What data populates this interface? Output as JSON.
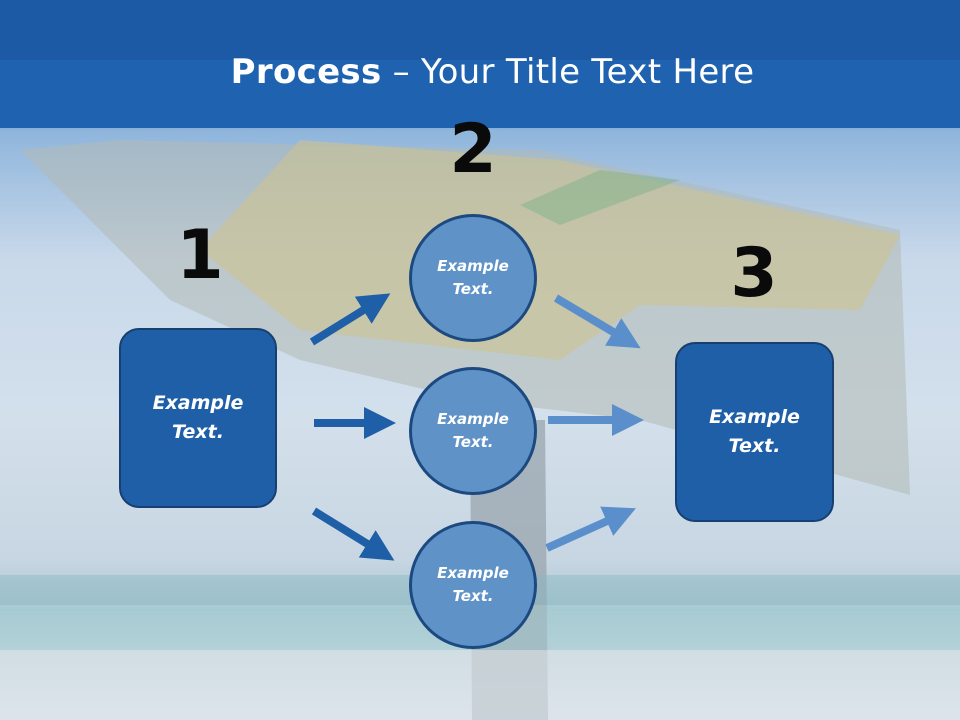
{
  "title": {
    "bold": "Process",
    "rest": " – Your Title Text Here"
  },
  "steps": {
    "one": "1",
    "two": "2",
    "three": "3"
  },
  "left_box": {
    "label": "Example\nText."
  },
  "right_box": {
    "label": "Example\nText."
  },
  "circles": [
    {
      "label": "Example\nText."
    },
    {
      "label": "Example\nText."
    },
    {
      "label": "Example\nText."
    }
  ],
  "colors": {
    "header": "#1c5aa6",
    "box": "#1f5fa8",
    "circle": "#5f93c8",
    "arrow_dark": "#1f5fa8",
    "arrow_light": "#5b8fcb"
  }
}
